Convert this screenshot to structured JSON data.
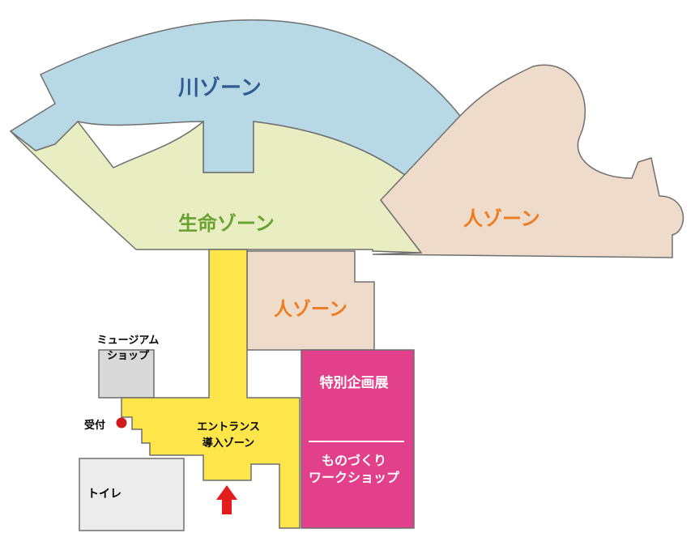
{
  "zones": {
    "river": {
      "label": "川ゾーン",
      "fill": "#b7d9e5",
      "text_color": "#2f5a92"
    },
    "life": {
      "label": "生命ゾーン",
      "fill": "#e8eec2",
      "text_color": "#66a22f"
    },
    "human_big": {
      "label": "人ゾーン",
      "fill": "#efdbc9",
      "text_color": "#ee7b1e"
    },
    "human_small": {
      "label": "人ゾーン",
      "fill": "#efdbc9",
      "text_color": "#ee7b1e"
    },
    "entrance": {
      "label_line1": "エントランス",
      "label_line2": "導入ゾーン",
      "fill": "#fde54a",
      "text_color": "#000000"
    },
    "special_exhibition": {
      "label": "特別企画展",
      "fill": "#e2408a",
      "text_color": "#ffffff"
    },
    "workshop": {
      "label_line1": "ものづくり",
      "label_line2": "ワークショップ",
      "text_color": "#ffffff"
    },
    "museum_shop": {
      "label_line1": "ミュージアム",
      "label_line2": "ショップ",
      "fill": "#d9d9d9",
      "text_color": "#000000"
    },
    "toilet": {
      "label": "トイレ",
      "fill": "#ececec",
      "text_color": "#000000"
    }
  },
  "reception": {
    "label": "受付",
    "marker_color": "#d01b1b"
  },
  "entry_arrow": {
    "color": "#e21d1d",
    "icon": "up-arrow-icon"
  }
}
